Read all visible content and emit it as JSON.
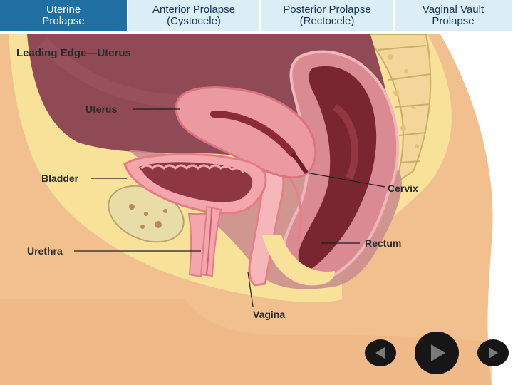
{
  "tabs": [
    {
      "label": "Uterine\nProlapse",
      "active": true
    },
    {
      "label": "Anterior Prolapse\n(Cystocele)",
      "active": false
    },
    {
      "label": "Posterior Prolapse\n(Rectocele)",
      "active": false
    },
    {
      "label": "Vaginal Vault\nProlapse",
      "active": false
    }
  ],
  "diagram": {
    "heading": "Leading Edge—Uterus",
    "labels": {
      "uterus": "Uterus",
      "bladder": "Bladder",
      "urethra": "Urethra",
      "cervix": "Cervix",
      "rectum": "Rectum",
      "vagina": "Vagina"
    }
  },
  "nav": {
    "prev_icon": "triangle-left-icon",
    "play_icon": "triangle-right-icon",
    "next_icon": "triangle-right-icon"
  },
  "colors": {
    "tab_active": "#1f6fa3",
    "tab_inactive": "#dbeef6",
    "skin": "#f2c08f",
    "fat": "#f8e29a",
    "cavity": "#8f4a55",
    "organ": "#e8a0a6",
    "dark_organ": "#7a2630"
  }
}
